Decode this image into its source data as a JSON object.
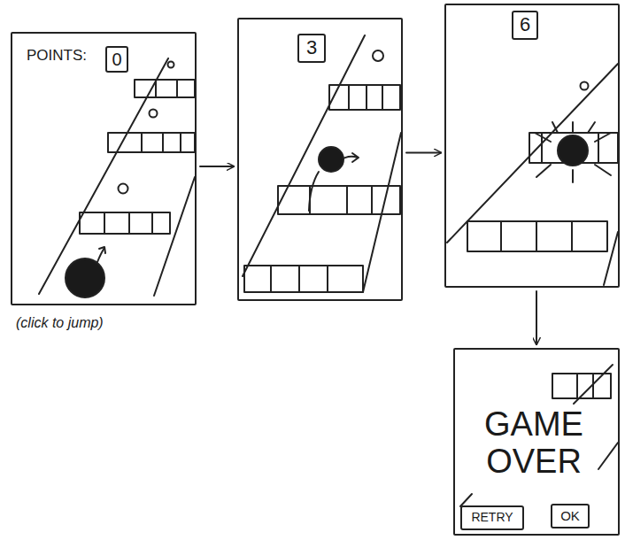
{
  "diagram": {
    "nodes": [
      {
        "text": [
          "POINTS:"
        ]
      },
      {
        "text": [
          "0"
        ],
        "in": 0
      },
      {
        "text": []
      },
      {
        "text": [
          "3"
        ],
        "in": 2
      },
      {
        "text": []
      },
      {
        "text": [
          "6"
        ],
        "in": 4
      },
      {
        "text": [
          "GAME OVER"
        ]
      },
      {
        "text": [
          "RETRY"
        ],
        "in": 6
      },
      {
        "text": [
          "OK"
        ],
        "in": 6
      }
    ],
    "edges": [
      {
        "from": 0,
        "to": 2,
        "arrow": "to"
      },
      {
        "from": 2,
        "to": 4,
        "arrow": "to"
      },
      {
        "from": 4,
        "to": 6,
        "arrow": "to"
      }
    ],
    "labels": [
      "(click to jump)"
    ]
  }
}
